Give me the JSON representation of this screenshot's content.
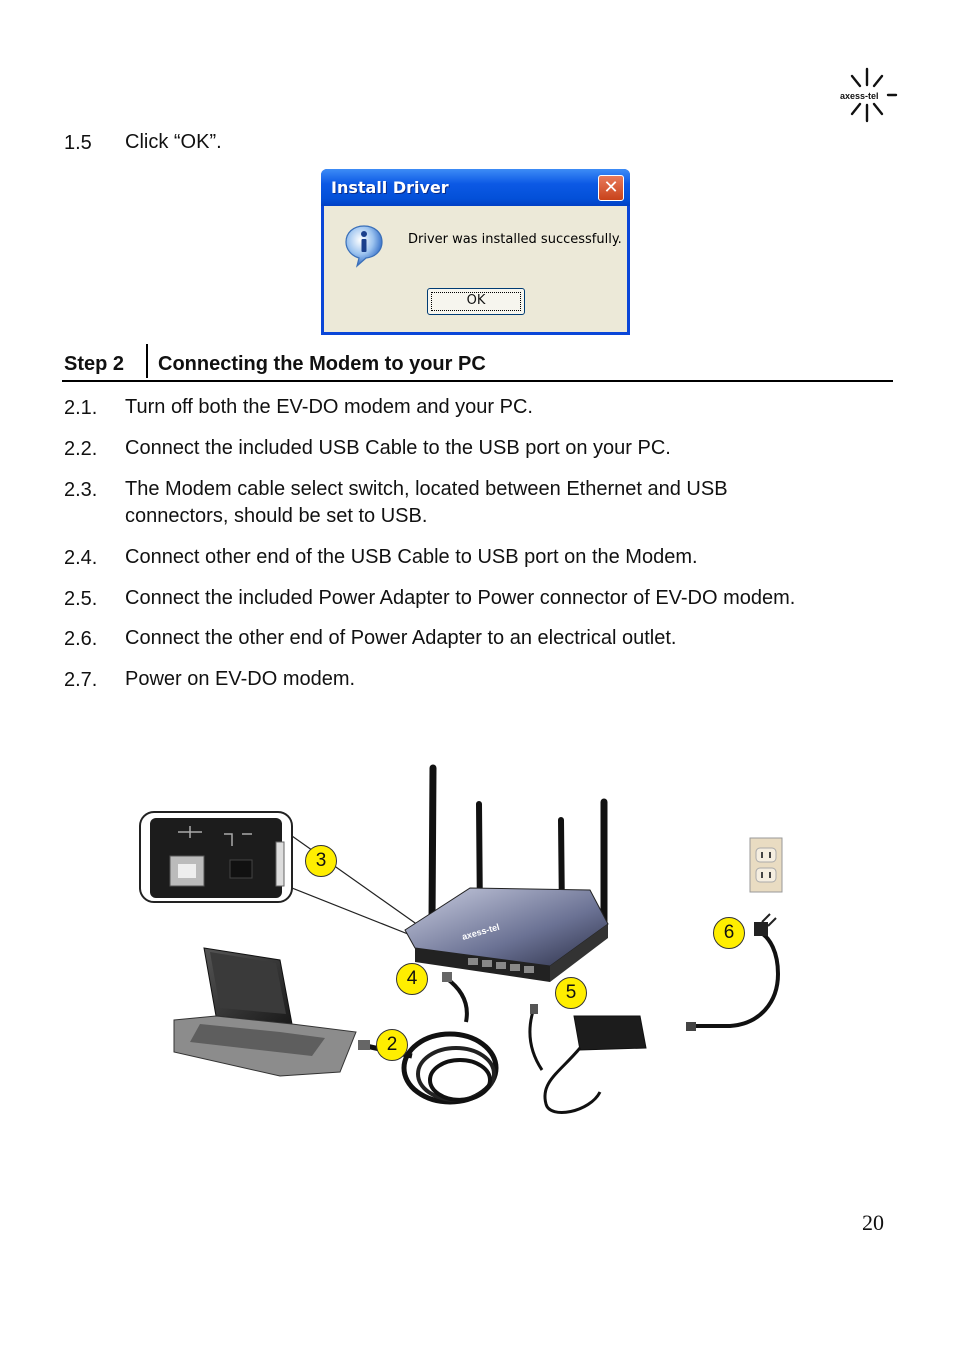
{
  "header": {
    "logo_text": "axess-tel"
  },
  "step1": {
    "number": "1.5",
    "text": "Click “OK”."
  },
  "dialog": {
    "title": "Install Driver",
    "close_label": "✕",
    "message": "Driver was installed successfully.",
    "ok_label": "OK",
    "icon": "info-icon"
  },
  "step2": {
    "label": "Step 2",
    "title": "Connecting the Modem to your PC",
    "items": [
      {
        "number": "2.1.",
        "text": "Turn off both the EV-DO modem and your PC."
      },
      {
        "number": "2.2.",
        "text": "Connect the included USB Cable to the USB port on your PC."
      },
      {
        "number": "2.3.",
        "text": "The Modem cable select switch, located between Ethernet and USB",
        "text2": "connectors, should be set to USB."
      },
      {
        "number": "2.4.",
        "text": "Connect other end of the USB Cable to USB port on the Modem."
      },
      {
        "number": "2.5.",
        "text": "Connect the included Power Adapter to Power connector of EV-DO modem."
      },
      {
        "number": "2.6.",
        "text": "Connect the other end of Power Adapter to an electrical outlet."
      },
      {
        "number": "2.7.",
        "text": "Power on EV-DO modem."
      }
    ]
  },
  "figure": {
    "callouts": [
      "3",
      "4",
      "2",
      "5",
      "6"
    ],
    "modem_brand": "axess-tel"
  },
  "page_number": "20"
}
